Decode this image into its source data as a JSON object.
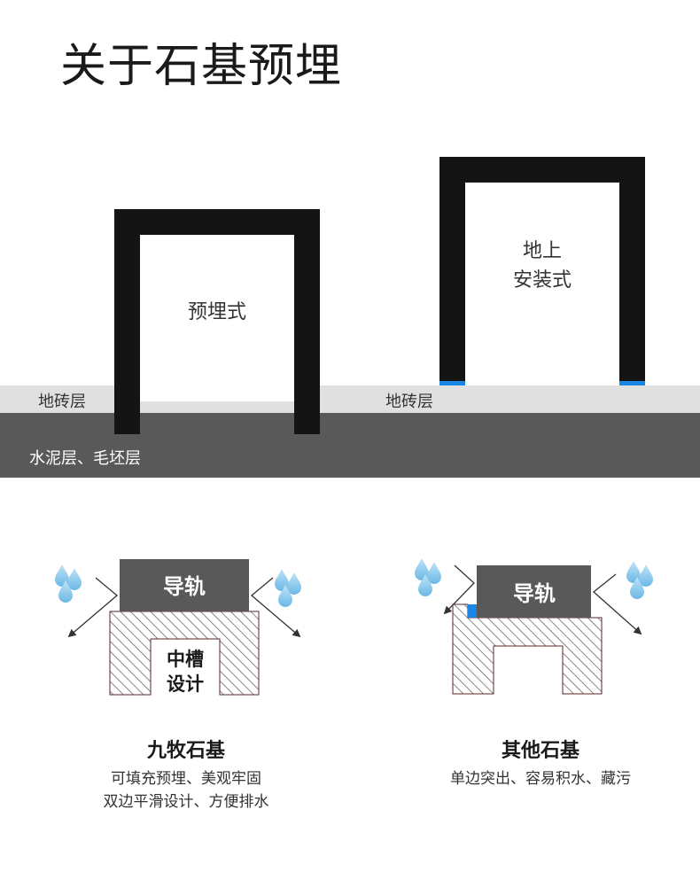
{
  "page": {
    "title": "关于石基预埋"
  },
  "top_diagram": {
    "left": {
      "tile_label": "地砖层",
      "frame_label": "预埋式",
      "cement_label": "水泥层、毛坯层"
    },
    "right": {
      "tile_label": "地砖层",
      "frame_label_line1": "地上",
      "frame_label_line2": "安装式"
    },
    "colors": {
      "tile": "#e0e0e0",
      "cement": "#595959",
      "frame": "#141414",
      "accent": "#1a86e6"
    }
  },
  "comparison": {
    "left": {
      "rail_label": "导轨",
      "groove_line1": "中槽",
      "groove_line2": "设计",
      "title": "九牧石基",
      "desc_line1": "可填充预埋、美观牢固",
      "desc_line2": "双边平滑设计、方便排水"
    },
    "right": {
      "rail_label": "导轨",
      "title": "其他石基",
      "desc_line1": "单边突出、容易积水、藏污"
    },
    "icons": [
      "water-drops-icon",
      "arrow-icon"
    ]
  }
}
